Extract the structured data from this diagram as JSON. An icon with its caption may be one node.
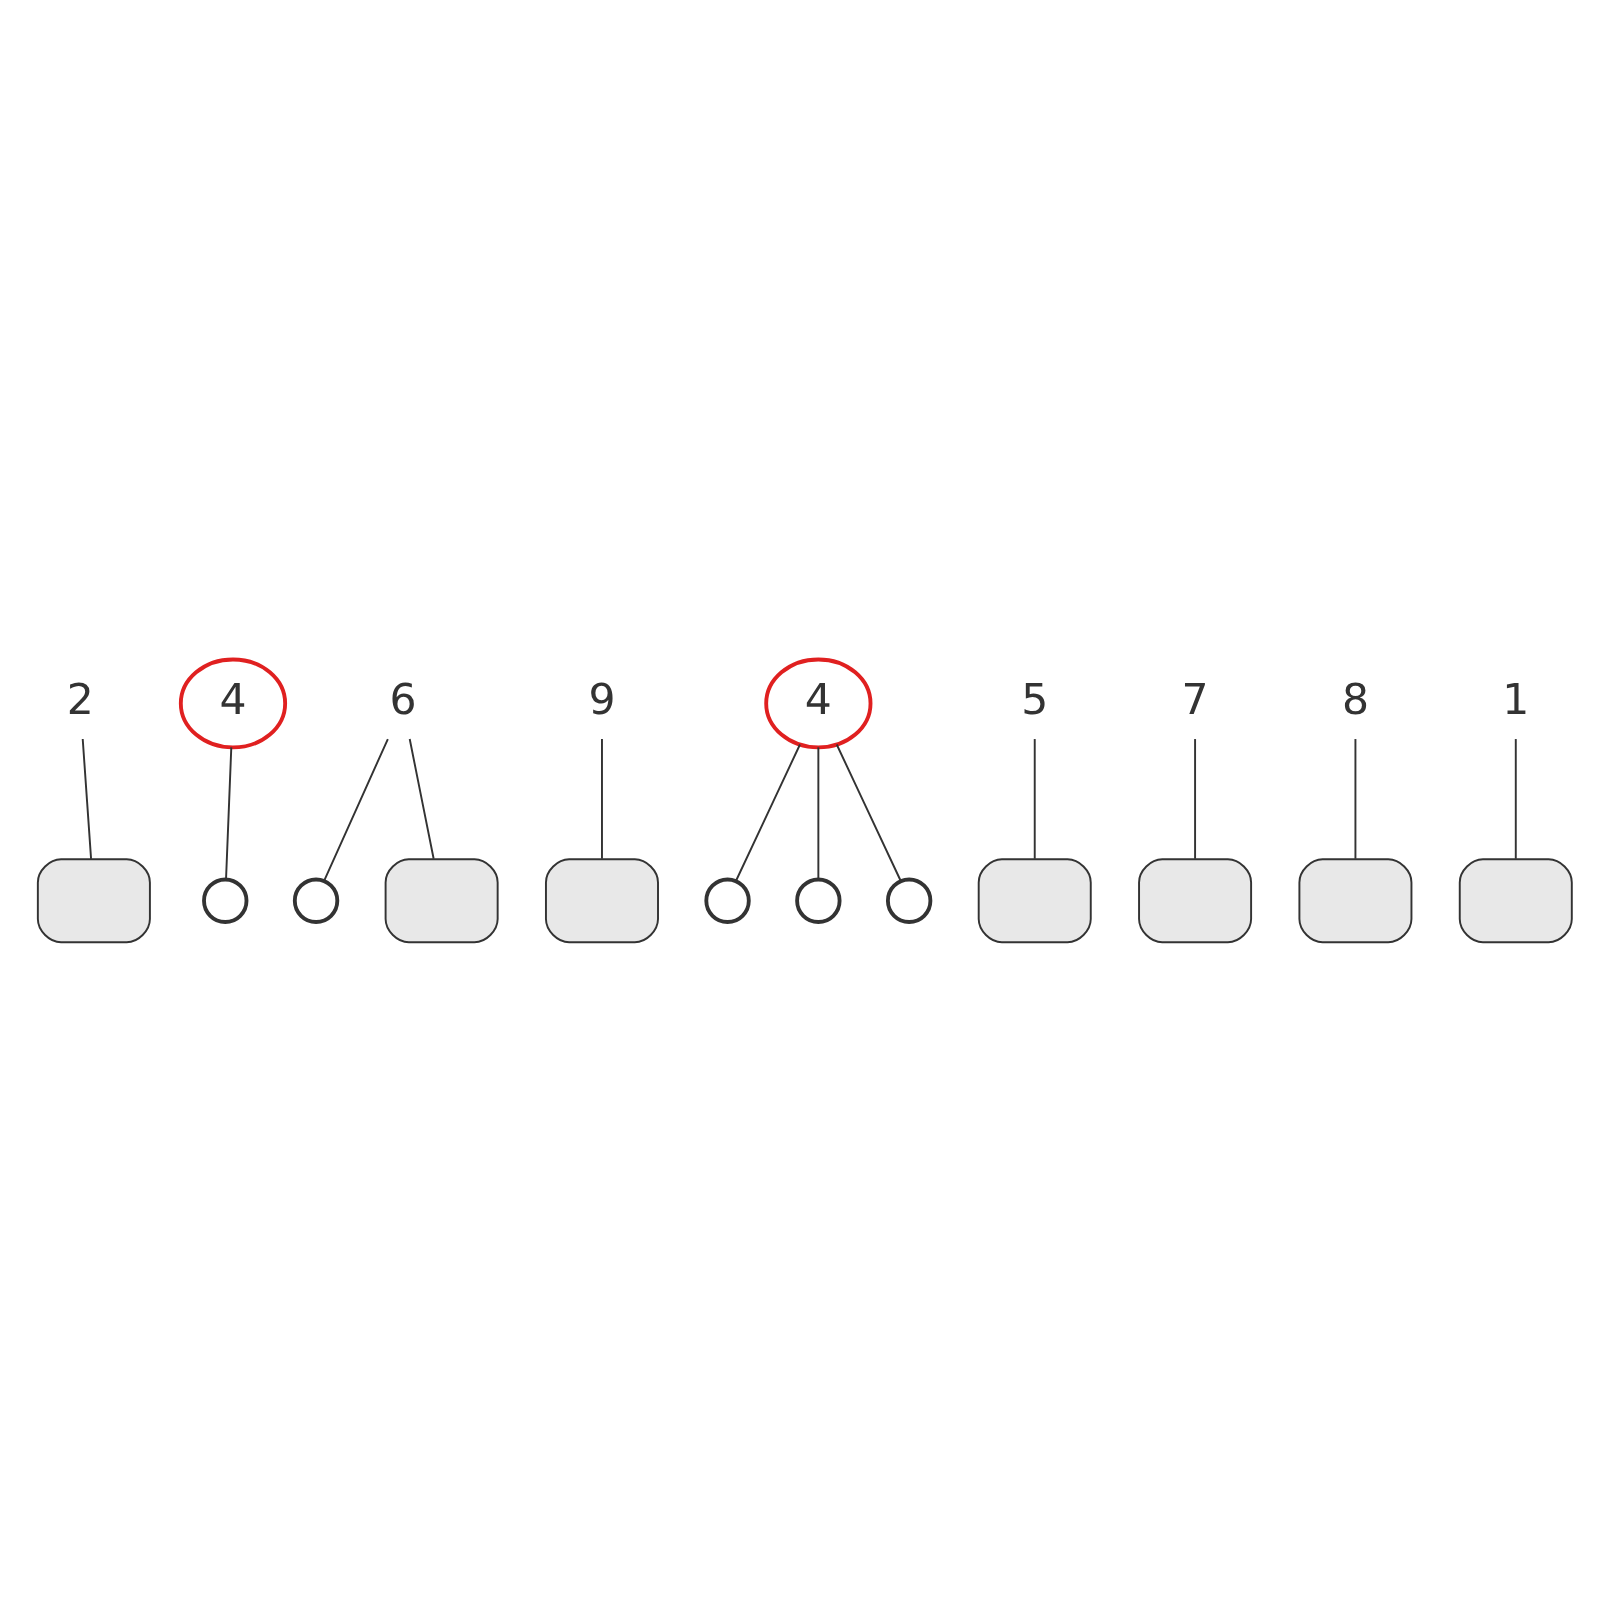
{
  "diagram": {
    "nodes": [
      {
        "text": [
          "2"
        ]
      },
      {
        "text": [],
        "shape": "box"
      },
      {
        "text": [
          "4"
        ]
      },
      {
        "text": [],
        "shape": "circle"
      },
      {
        "text": [
          "6"
        ]
      },
      {
        "text": [],
        "shape": "circle"
      },
      {
        "text": [],
        "shape": "box"
      },
      {
        "text": [
          "9"
        ]
      },
      {
        "text": [],
        "shape": "box"
      },
      {
        "text": [
          "4"
        ]
      },
      {
        "text": [],
        "shape": "circle"
      },
      {
        "text": [],
        "shape": "circle"
      },
      {
        "text": [],
        "shape": "circle"
      },
      {
        "text": [
          "5"
        ]
      },
      {
        "text": [],
        "shape": "box"
      },
      {
        "text": [
          "7"
        ]
      },
      {
        "text": [],
        "shape": "box"
      },
      {
        "text": [
          "8"
        ]
      },
      {
        "text": [],
        "shape": "box"
      },
      {
        "text": [
          "1"
        ]
      },
      {
        "text": [],
        "shape": "box"
      }
    ],
    "edges": [
      {
        "from": 0,
        "to": 1,
        "arrow": "none"
      },
      {
        "from": 2,
        "to": 3,
        "arrow": "none"
      },
      {
        "from": 4,
        "to": 5,
        "arrow": "none"
      },
      {
        "from": 4,
        "to": 6,
        "arrow": "none"
      },
      {
        "from": 7,
        "to": 8,
        "arrow": "none"
      },
      {
        "from": 9,
        "to": 10,
        "arrow": "none"
      },
      {
        "from": 9,
        "to": 11,
        "arrow": "none"
      },
      {
        "from": 9,
        "to": 12,
        "arrow": "none"
      },
      {
        "from": 13,
        "to": 14,
        "arrow": "none"
      },
      {
        "from": 15,
        "to": 16,
        "arrow": "none"
      },
      {
        "from": 17,
        "to": 18,
        "arrow": "none"
      },
      {
        "from": 19,
        "to": 20,
        "arrow": "none"
      }
    ]
  }
}
